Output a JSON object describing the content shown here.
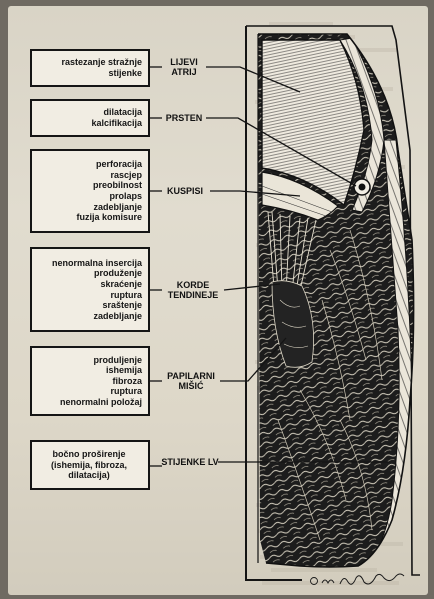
{
  "pathology_boxes": [
    {
      "id": "atrium",
      "text": "rastezanje stražnje\nstijenke"
    },
    {
      "id": "ring",
      "text": "dilatacija\nkalcifikacija"
    },
    {
      "id": "cusps",
      "text": "perforacija\nrascjep\npreobilnost\nprolaps\nzadebljanje\nfuzija komisure"
    },
    {
      "id": "chordae",
      "text": "nenormalna insercija\nproduženje\nskraćenje\nruptura\nsraštenje\nzadebljanje"
    },
    {
      "id": "papillary",
      "text": "produljenje\nishemija\nfibroza\nruptura\nnenormalni položaj"
    },
    {
      "id": "lv-wall",
      "text": "bočno proširenje\n(ishemija, fibroza,\ndilatacija)"
    }
  ],
  "structure_labels": [
    {
      "id": "atrium",
      "text": "LIJEVI\nATRIJ"
    },
    {
      "id": "ring",
      "text": "PRSTEN"
    },
    {
      "id": "cusps",
      "text": "KUSPISI"
    },
    {
      "id": "chordae",
      "text": "KORDE\nTENDINEJE"
    },
    {
      "id": "papillary",
      "text": "PAPILARNI\nMIŠIĆ"
    },
    {
      "id": "lv-wall",
      "text": "STIJENKE LV"
    }
  ]
}
